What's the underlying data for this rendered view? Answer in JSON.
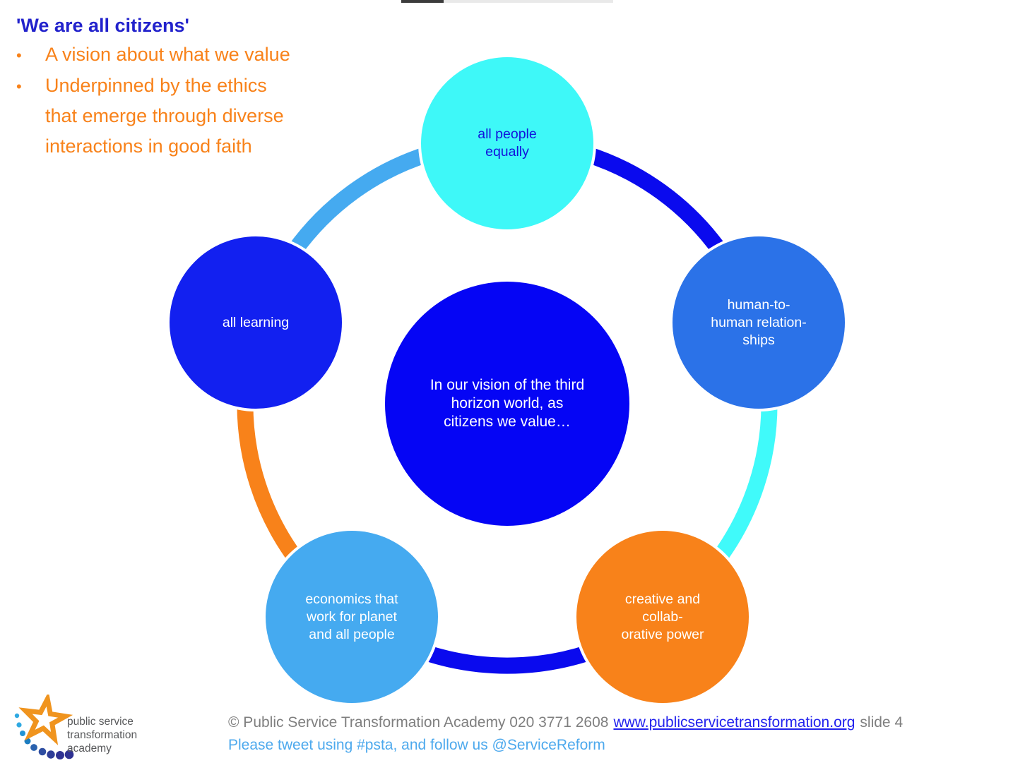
{
  "header": {
    "title": "'We are all citizens'",
    "bullets": [
      "A vision about what we value",
      "Underpinned by the ethics\nthat emerge through diverse\ninteractions in good faith"
    ]
  },
  "diagram": {
    "center": {
      "label": "In our vision of the third\nhorizon world, as\ncitizens we value…"
    },
    "nodes": [
      {
        "id": "top",
        "label": "all people\nequally"
      },
      {
        "id": "right",
        "label": "human-to-\nhuman relation-\nships"
      },
      {
        "id": "bottom-right",
        "label": "creative and\ncollab-\norative power"
      },
      {
        "id": "bottom-left",
        "label": "economics that\nwork for planet\nand all people"
      },
      {
        "id": "left",
        "label": "all learning"
      }
    ]
  },
  "footer": {
    "logo_text": "public service\ntransformation\nacademy",
    "copyright": "© Public Service Transformation Academy 020 3771 2608",
    "link": "www.publicservicetransformation.org",
    "slide": "slide 4",
    "tweet": "Please tweet using #psta, and follow us @ServiceReform"
  },
  "colors": {
    "title_blue": "#2222cc",
    "accent_orange": "#f8821a",
    "center_blue": "#0505f5",
    "deep_blue": "#1220f0",
    "arc_dark_blue": "#0a0aee",
    "medium_blue": "#2b72e8",
    "light_blue": "#45aaf0",
    "cyan": "#40fafa",
    "circle_text_blue": "#1213dc",
    "link_blue": "#2222ee",
    "tweet_blue": "#4da9ed",
    "footer_gray": "#7f7f7f",
    "logo_orange": "#f0941e"
  }
}
